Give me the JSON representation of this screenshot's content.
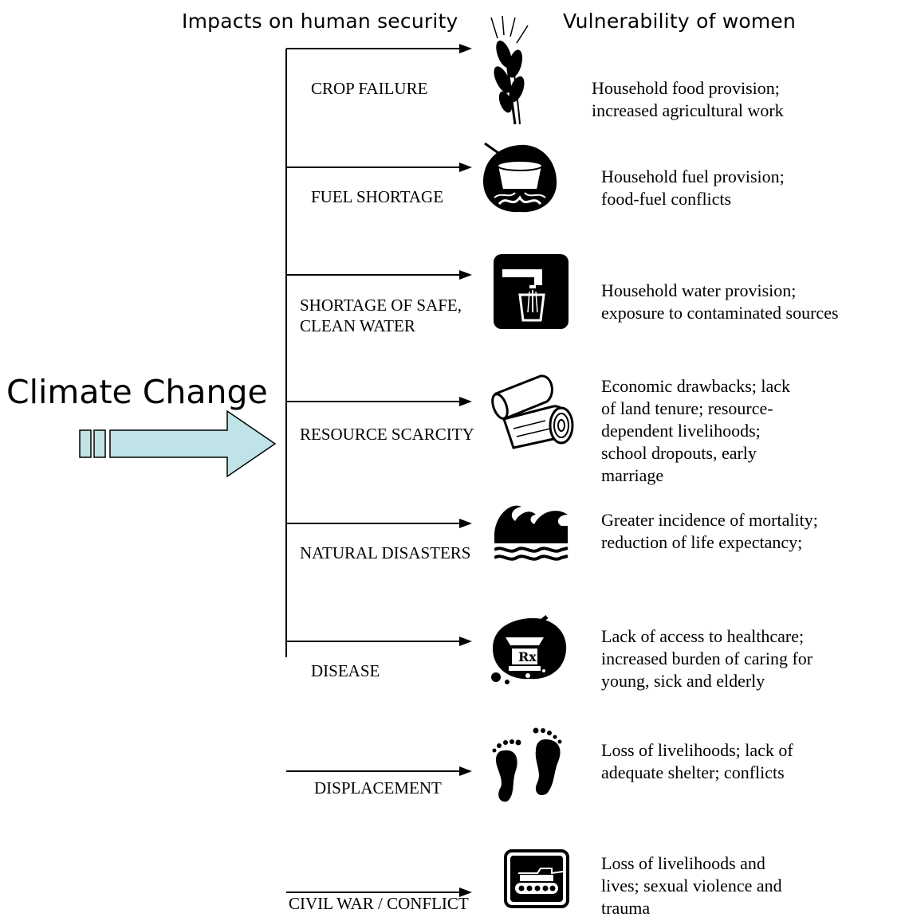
{
  "headers": {
    "impacts": "Impacts on human security",
    "vulnerability": "Vulnerability of women"
  },
  "driver": {
    "label": "Climate Change",
    "arrow_color": "#bfe3e6"
  },
  "rows": [
    {
      "impact": "CROP FAILURE",
      "icon": "wheat-icon",
      "vulnerability": "Household food provision;\nincreased agricultural work"
    },
    {
      "impact": "FUEL SHORTAGE",
      "icon": "cooking-fire-icon",
      "vulnerability": "Household fuel provision;\nfood-fuel conflicts"
    },
    {
      "impact": "SHORTAGE OF SAFE,\nCLEAN WATER",
      "icon": "water-tap-icon",
      "vulnerability": "Household water provision;\nexposure to contaminated sources"
    },
    {
      "impact": "RESOURCE SCARCITY",
      "icon": "logs-icon",
      "vulnerability": "Economic drawbacks; lack\nof land tenure; resource-\ndependent livelihoods;\nschool dropouts, early\nmarriage"
    },
    {
      "impact": "NATURAL DISASTERS",
      "icon": "waves-icon",
      "vulnerability": "Greater incidence of mortality;\nreduction of life expectancy;"
    },
    {
      "impact": "DISEASE",
      "icon": "medicine-rx-icon",
      "vulnerability": "Lack of access to healthcare;\nincreased burden of caring for\nyoung, sick and elderly"
    },
    {
      "impact": "DISPLACEMENT",
      "icon": "footprints-icon",
      "vulnerability": "Loss of livelihoods; lack of\nadequate shelter; conflicts"
    },
    {
      "impact": "CIVIL WAR / CONFLICT",
      "icon": "tank-icon",
      "vulnerability": "Loss of livelihoods and\nlives; sexual violence and\ntrauma"
    }
  ]
}
